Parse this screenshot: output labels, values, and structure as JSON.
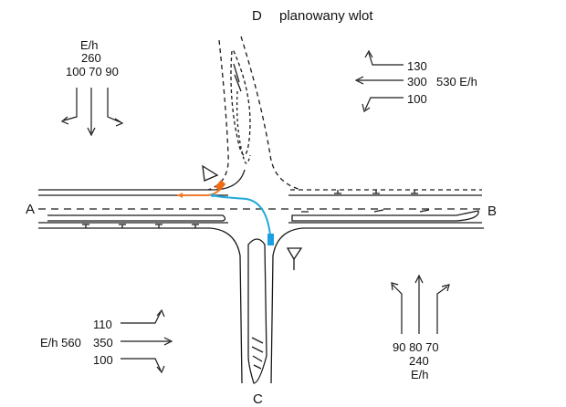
{
  "title": {
    "letter": "D",
    "text": "planowany wlot"
  },
  "bottom_label": "C",
  "left_label": "A",
  "right_label": "B",
  "approach_d": {
    "unit": "E/h",
    "total": "260",
    "turns": "100 70 90"
  },
  "approach_b": {
    "upper": "130",
    "middle": "300",
    "total_unit": "530  E/h",
    "lower": "100"
  },
  "approach_a": {
    "upper": "110",
    "unit_total": "E/h  560",
    "middle": "350",
    "lower": "100"
  },
  "approach_c": {
    "turns": "90  80  70",
    "total": "240",
    "unit": "E/h"
  },
  "colors": {
    "line": "#1a1a1a",
    "orange_path": "#f07a2a",
    "orange_car": "#f06a10",
    "blue_path": "#22a9d9",
    "blue_car": "#1aa0e0"
  }
}
